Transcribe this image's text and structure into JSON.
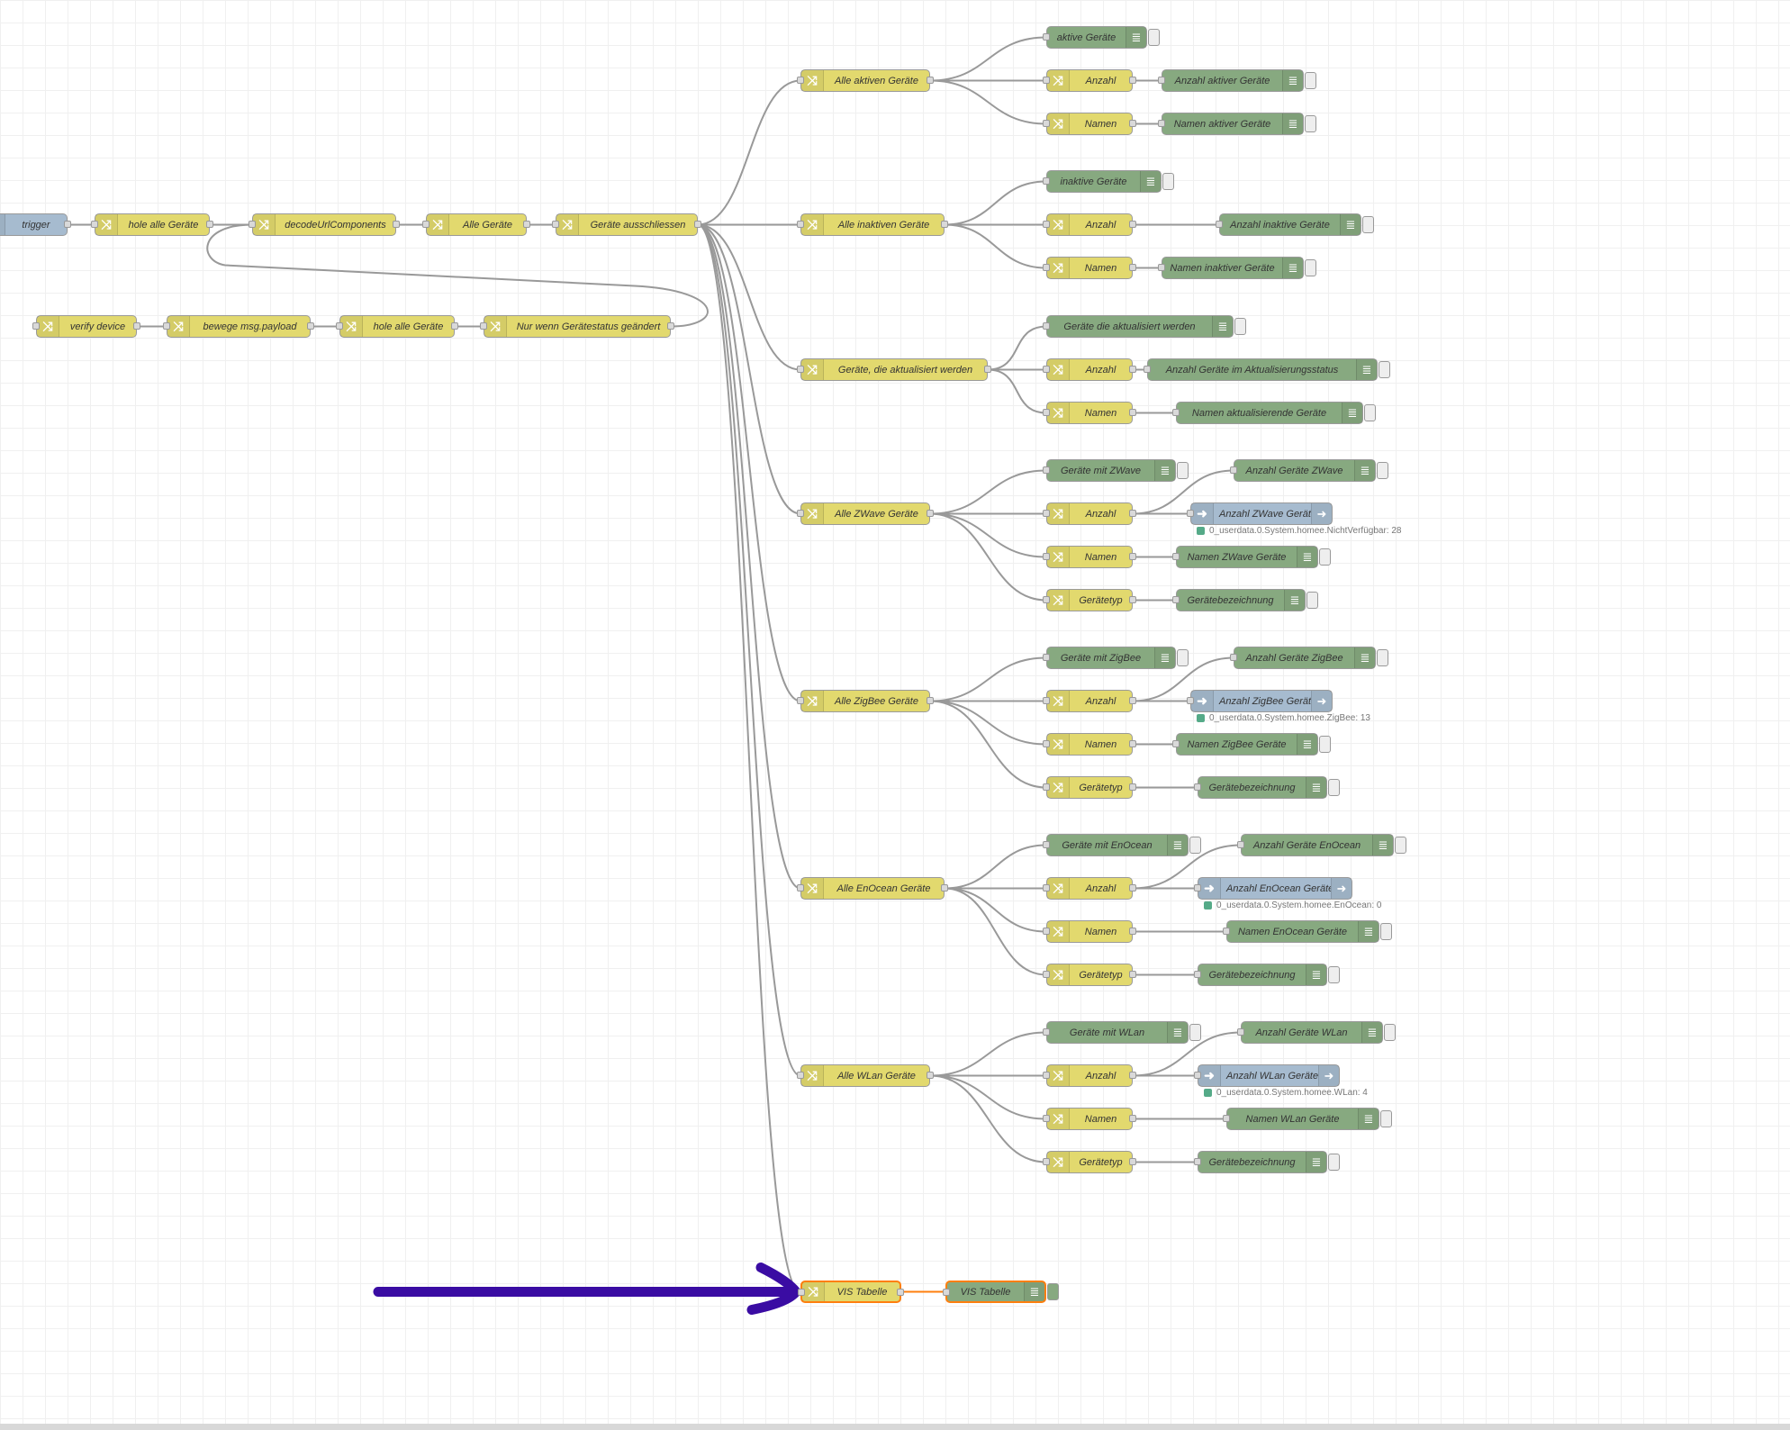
{
  "colors": {
    "change": "#e2d96e",
    "debug": "#87a980",
    "iobroker": "#a6bbcf",
    "wire": "#999999",
    "selected_wire": "#ff7f0e",
    "annotation_arrow": "#3a0ca3"
  },
  "nodes": [
    {
      "id": "n-trigger",
      "type": "iob",
      "label": "trigger",
      "icon": "inject-icon"
    },
    {
      "id": "n-hole-alle-geraete-1",
      "type": "change",
      "label": "hole alle Geräte",
      "icon": "shuffle-icon"
    },
    {
      "id": "n-decode",
      "type": "change",
      "label": "decodeUrlComponents",
      "icon": "shuffle-icon"
    },
    {
      "id": "n-alle-geraete",
      "type": "change",
      "label": "Alle Geräte",
      "icon": "shuffle-icon"
    },
    {
      "id": "n-ausschliessen",
      "type": "change",
      "label": "Geräte ausschliessen",
      "icon": "shuffle-icon"
    },
    {
      "id": "n-verify",
      "type": "change",
      "label": "verify device",
      "icon": "shuffle-icon"
    },
    {
      "id": "n-bewege",
      "type": "change",
      "label": "bewege msg.payload",
      "icon": "shuffle-icon"
    },
    {
      "id": "n-hole-alle-geraete-2",
      "type": "change",
      "label": "hole alle Geräte",
      "icon": "shuffle-icon"
    },
    {
      "id": "n-nur-wenn",
      "type": "change",
      "label": "Nur wenn Gerätestatus geändert",
      "icon": "shuffle-icon"
    },
    {
      "id": "g1",
      "type": "change",
      "label": "Alle aktiven Geräte",
      "icon": "shuffle-icon"
    },
    {
      "id": "g1-d",
      "type": "debug",
      "label": "aktive Geräte",
      "icon": "debug-icon"
    },
    {
      "id": "g1-a",
      "type": "change",
      "label": "Anzahl",
      "icon": "shuffle-icon"
    },
    {
      "id": "g1-ad",
      "type": "debug",
      "label": "Anzahl aktiver Geräte",
      "icon": "debug-icon"
    },
    {
      "id": "g1-n",
      "type": "change",
      "label": "Namen",
      "icon": "shuffle-icon"
    },
    {
      "id": "g1-nd",
      "type": "debug",
      "label": "Namen aktiver Geräte",
      "icon": "debug-icon"
    },
    {
      "id": "g2",
      "type": "change",
      "label": "Alle inaktiven Geräte",
      "icon": "shuffle-icon"
    },
    {
      "id": "g2-d",
      "type": "debug",
      "label": "inaktive Geräte",
      "icon": "debug-icon"
    },
    {
      "id": "g2-a",
      "type": "change",
      "label": "Anzahl",
      "icon": "shuffle-icon"
    },
    {
      "id": "g2-ad",
      "type": "debug",
      "label": "Anzahl inaktive Geräte",
      "icon": "debug-icon"
    },
    {
      "id": "g2-n",
      "type": "change",
      "label": "Namen",
      "icon": "shuffle-icon"
    },
    {
      "id": "g2-nd",
      "type": "debug",
      "label": "Namen inaktiver Geräte",
      "icon": "debug-icon"
    },
    {
      "id": "g3",
      "type": "change",
      "label": "Geräte, die aktualisiert werden",
      "icon": "shuffle-icon"
    },
    {
      "id": "g3-d",
      "type": "debug",
      "label": "Geräte die aktualisiert werden",
      "icon": "debug-icon"
    },
    {
      "id": "g3-a",
      "type": "change",
      "label": "Anzahl",
      "icon": "shuffle-icon"
    },
    {
      "id": "g3-ad",
      "type": "debug",
      "label": "Anzahl Geräte im Aktualisierungsstatus",
      "icon": "debug-icon"
    },
    {
      "id": "g3-n",
      "type": "change",
      "label": "Namen",
      "icon": "shuffle-icon"
    },
    {
      "id": "g3-nd",
      "type": "debug",
      "label": "Namen aktualisierende Geräte",
      "icon": "debug-icon"
    },
    {
      "id": "g4",
      "type": "change",
      "label": "Alle ZWave Geräte",
      "icon": "shuffle-icon"
    },
    {
      "id": "g4-d",
      "type": "debug",
      "label": "Geräte mit ZWave",
      "icon": "debug-icon"
    },
    {
      "id": "g4-ad",
      "type": "debug",
      "label": "Anzahl Geräte ZWave",
      "icon": "debug-icon"
    },
    {
      "id": "g4-a",
      "type": "change",
      "label": "Anzahl",
      "icon": "shuffle-icon"
    },
    {
      "id": "g4-io",
      "type": "iob",
      "label": "Anzahl ZWave Geräte",
      "icon": "iobroker-out-icon"
    },
    {
      "id": "g4-n",
      "type": "change",
      "label": "Namen",
      "icon": "shuffle-icon"
    },
    {
      "id": "g4-nd",
      "type": "debug",
      "label": "Namen ZWave Geräte",
      "icon": "debug-icon"
    },
    {
      "id": "g4-t",
      "type": "change",
      "label": "Gerätetyp",
      "icon": "shuffle-icon"
    },
    {
      "id": "g4-td",
      "type": "debug",
      "label": "Gerätebezeichnung",
      "icon": "debug-icon"
    },
    {
      "id": "g5",
      "type": "change",
      "label": "Alle ZigBee Geräte",
      "icon": "shuffle-icon"
    },
    {
      "id": "g5-d",
      "type": "debug",
      "label": "Geräte mit ZigBee",
      "icon": "debug-icon"
    },
    {
      "id": "g5-ad",
      "type": "debug",
      "label": "Anzahl Geräte ZigBee",
      "icon": "debug-icon"
    },
    {
      "id": "g5-a",
      "type": "change",
      "label": "Anzahl",
      "icon": "shuffle-icon"
    },
    {
      "id": "g5-io",
      "type": "iob",
      "label": "Anzahl ZigBee Geräte",
      "icon": "iobroker-out-icon"
    },
    {
      "id": "g5-n",
      "type": "change",
      "label": "Namen",
      "icon": "shuffle-icon"
    },
    {
      "id": "g5-nd",
      "type": "debug",
      "label": "Namen ZigBee Geräte",
      "icon": "debug-icon"
    },
    {
      "id": "g5-t",
      "type": "change",
      "label": "Gerätetyp",
      "icon": "shuffle-icon"
    },
    {
      "id": "g5-td",
      "type": "debug",
      "label": "Gerätebezeichnung",
      "icon": "debug-icon"
    },
    {
      "id": "g6",
      "type": "change",
      "label": "Alle EnOcean Geräte",
      "icon": "shuffle-icon"
    },
    {
      "id": "g6-d",
      "type": "debug",
      "label": "Geräte mit EnOcean",
      "icon": "debug-icon"
    },
    {
      "id": "g6-ad",
      "type": "debug",
      "label": "Anzahl Geräte EnOcean",
      "icon": "debug-icon"
    },
    {
      "id": "g6-a",
      "type": "change",
      "label": "Anzahl",
      "icon": "shuffle-icon"
    },
    {
      "id": "g6-io",
      "type": "iob",
      "label": "Anzahl EnOcean Geräte",
      "icon": "iobroker-out-icon"
    },
    {
      "id": "g6-n",
      "type": "change",
      "label": "Namen",
      "icon": "shuffle-icon"
    },
    {
      "id": "g6-nd",
      "type": "debug",
      "label": "Namen EnOcean Geräte",
      "icon": "debug-icon"
    },
    {
      "id": "g6-t",
      "type": "change",
      "label": "Gerätetyp",
      "icon": "shuffle-icon"
    },
    {
      "id": "g6-td",
      "type": "debug",
      "label": "Gerätebezeichnung",
      "icon": "debug-icon"
    },
    {
      "id": "g7",
      "type": "change",
      "label": "Alle WLan Geräte",
      "icon": "shuffle-icon"
    },
    {
      "id": "g7-d",
      "type": "debug",
      "label": "Geräte mit WLan",
      "icon": "debug-icon"
    },
    {
      "id": "g7-ad",
      "type": "debug",
      "label": "Anzahl Geräte WLan",
      "icon": "debug-icon"
    },
    {
      "id": "g7-a",
      "type": "change",
      "label": "Anzahl",
      "icon": "shuffle-icon"
    },
    {
      "id": "g7-io",
      "type": "iob",
      "label": "Anzahl WLan Geräte",
      "icon": "iobroker-out-icon"
    },
    {
      "id": "g7-n",
      "type": "change",
      "label": "Namen",
      "icon": "shuffle-icon"
    },
    {
      "id": "g7-nd",
      "type": "debug",
      "label": "Namen WLan Geräte",
      "icon": "debug-icon"
    },
    {
      "id": "g7-t",
      "type": "change",
      "label": "Gerätetyp",
      "icon": "shuffle-icon"
    },
    {
      "id": "g7-td",
      "type": "debug",
      "label": "Gerätebezeichnung",
      "icon": "debug-icon"
    },
    {
      "id": "vis",
      "type": "change",
      "label": "VIS Tabelle",
      "icon": "shuffle-icon",
      "selected": true
    },
    {
      "id": "vis-d",
      "type": "debug",
      "label": "VIS Tabelle",
      "icon": "debug-icon",
      "selected": true
    }
  ],
  "statuses": [
    {
      "id": "s4",
      "text": "0_userdata.0.System.homee.NichtVerfügbar: 28"
    },
    {
      "id": "s5",
      "text": "0_userdata.0.System.homee.ZigBee: 13"
    },
    {
      "id": "s6",
      "text": "0_userdata.0.System.homee.EnOcean: 0"
    },
    {
      "id": "s7",
      "text": "0_userdata.0.System.homee.WLan: 4"
    }
  ]
}
